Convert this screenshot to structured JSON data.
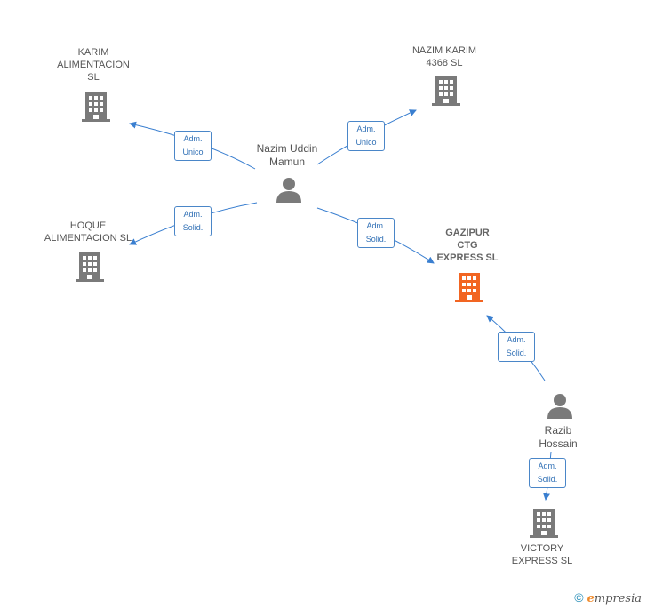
{
  "nodes": {
    "karim": {
      "label": "KARIM\nALIMENTACION\nSL",
      "type": "company"
    },
    "nazim_karim": {
      "label": "NAZIM KARIM\n4368 SL",
      "type": "company"
    },
    "nazim_uddin": {
      "label": "Nazim Uddin\nMamun",
      "type": "person"
    },
    "hoque": {
      "label": "HOQUE\nALIMENTACION SL",
      "type": "company"
    },
    "gazipur": {
      "label": "GAZIPUR\nCTG\nEXPRESS SL",
      "type": "company-focus"
    },
    "razib": {
      "label": "Razib\nHossain",
      "type": "person"
    },
    "victory": {
      "label": "VICTORY\nEXPRESS SL",
      "type": "company"
    }
  },
  "edges": {
    "e1": {
      "role": "Adm.\nUnico"
    },
    "e2": {
      "role": "Adm.\nUnico"
    },
    "e3": {
      "role": "Adm.\nSolid."
    },
    "e4": {
      "role": "Adm.\nSolid."
    },
    "e5": {
      "role": "Adm.\nSolid."
    },
    "e6": {
      "role": "Adm.\nSolid."
    }
  },
  "colors": {
    "company": "#7a7a7a",
    "focus": "#f26522",
    "person": "#7a7a7a",
    "edge": "#3a7fd0"
  },
  "footer": {
    "copyright": "©",
    "brand_initial": "e",
    "brand_rest": "mpresia"
  }
}
